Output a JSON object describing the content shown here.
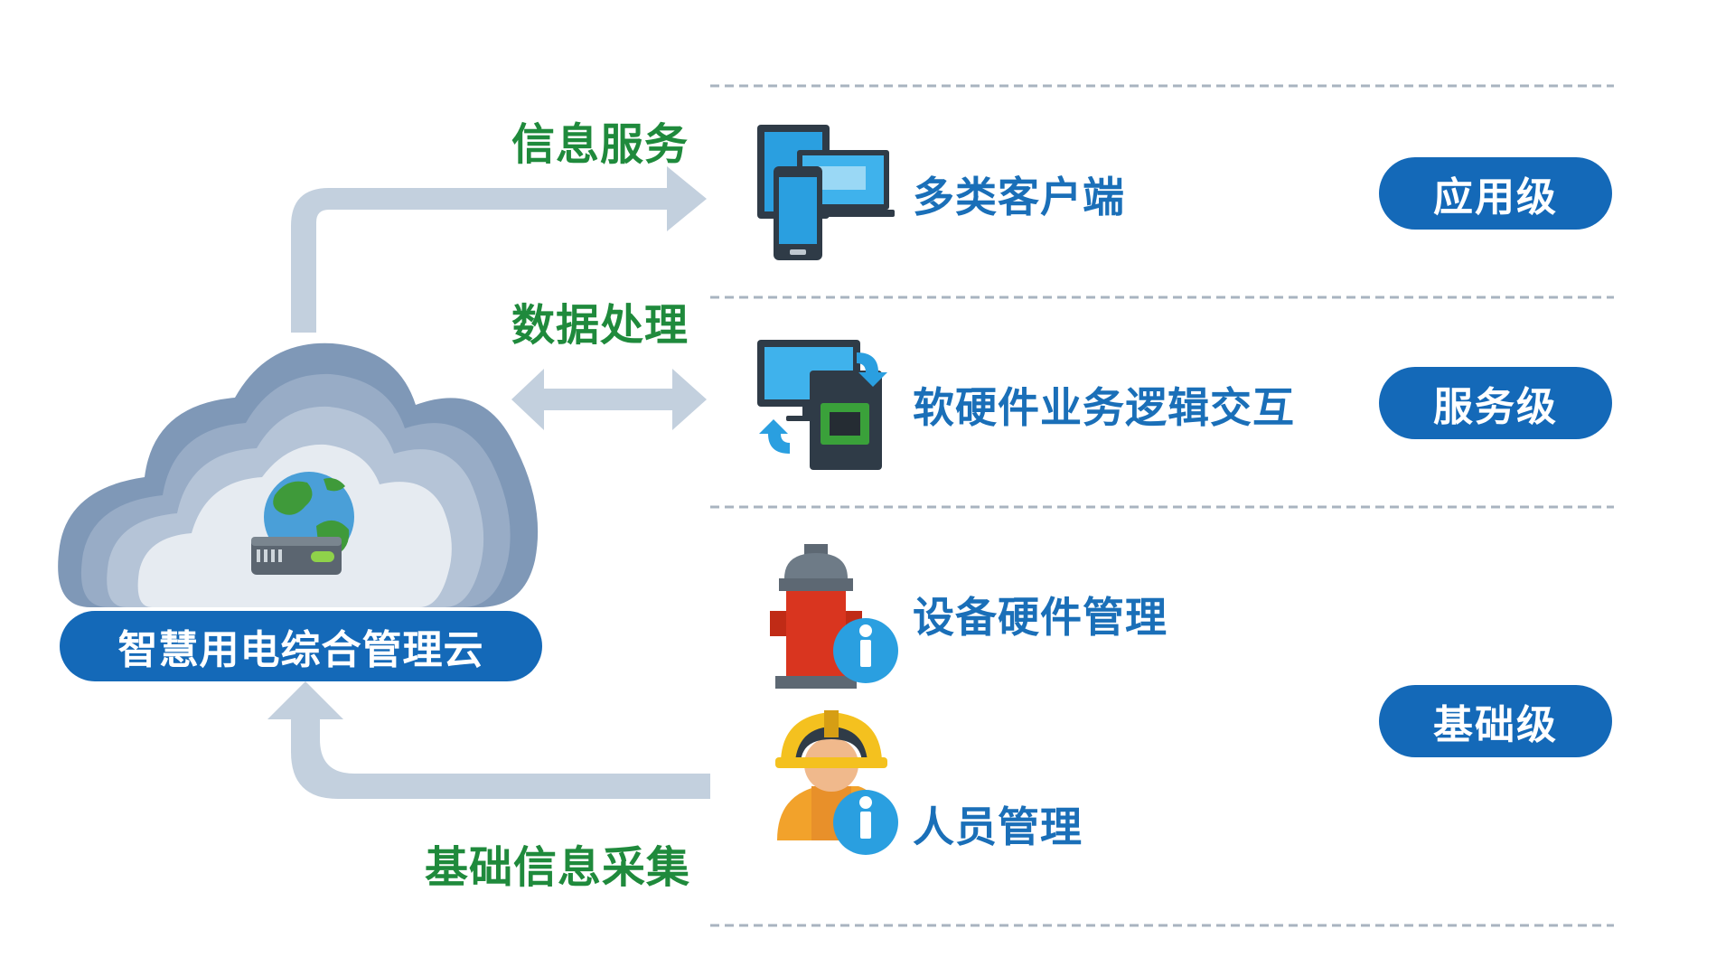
{
  "cloud": {
    "caption": "智慧用电综合管理云"
  },
  "flows": {
    "info_service": "信息服务",
    "data_processing": "数据处理",
    "basic_info_collection": "基础信息采集"
  },
  "items": {
    "multi_client": "多类客户端",
    "hw_sw_interaction": "软硬件业务逻辑交互",
    "device_hw_mgmt": "设备硬件管理",
    "personnel_mgmt": "人员管理"
  },
  "levels": {
    "application": "应用级",
    "service": "服务级",
    "basic": "基础级"
  },
  "colors": {
    "accent_blue": "#1469b8",
    "flow_green": "#1f8a3c",
    "arrow_grey_blue": "#c3d0de",
    "divider": "#a9b4c0"
  }
}
